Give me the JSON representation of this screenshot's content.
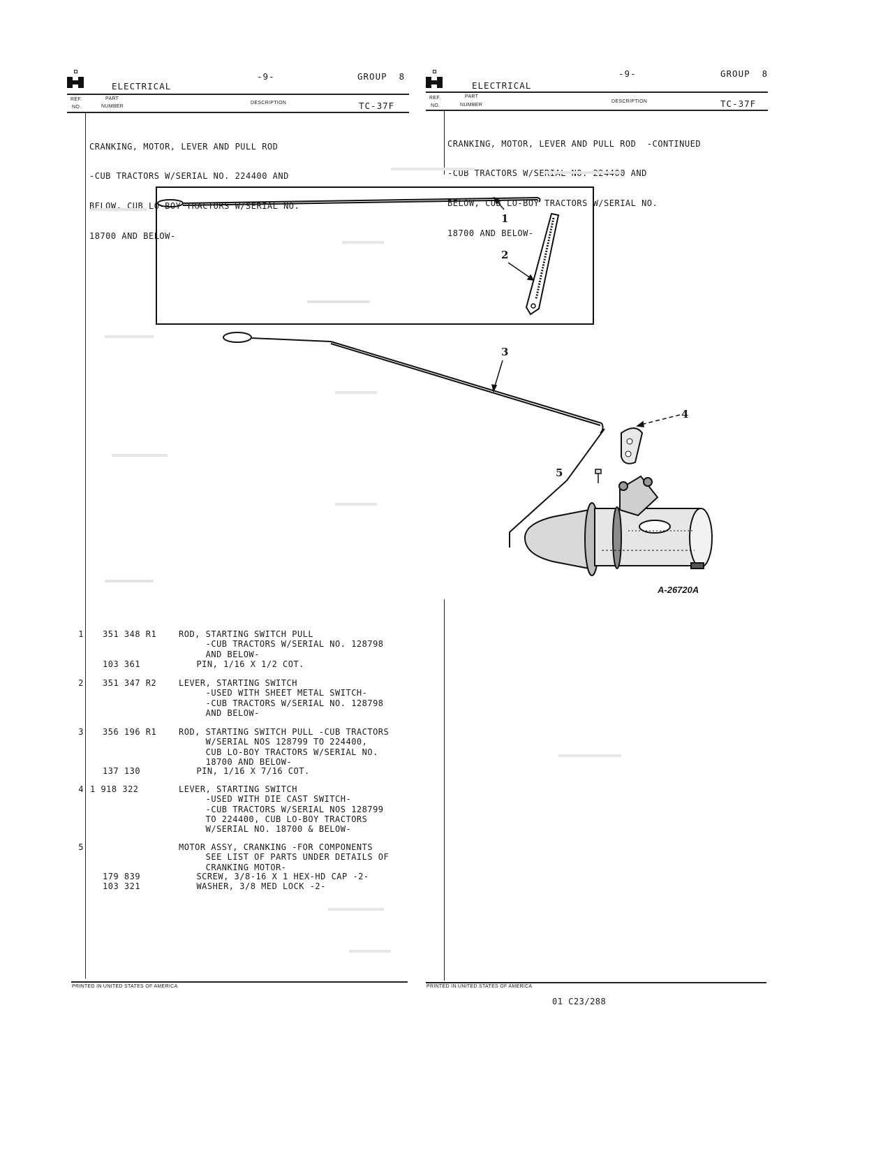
{
  "left_page": {
    "section": "ELECTRICAL",
    "page_number": "-9-",
    "group": "GROUP  8",
    "col_ref": [
      "REF.",
      "NO."
    ],
    "col_part": [
      "PART",
      "NUMBER"
    ],
    "col_desc": "DESCRIPTION",
    "catalog": "TC-37F",
    "title_lines": [
      "CRANKING, MOTOR, LEVER AND PULL ROD",
      "-CUB TRACTORS W/SERIAL NO. 224400 AND",
      "BELOW, CUB LO-BOY TRACTORS W/SERIAL NO.",
      "18700 AND BELOW-"
    ],
    "footer": "PRINTED IN UNITED STATES OF AMERICA"
  },
  "right_page": {
    "section": "ELECTRICAL",
    "page_number": "-9-",
    "group": "GROUP  8",
    "col_ref": [
      "REF.",
      "NO."
    ],
    "col_part": [
      "PART",
      "NUMBER"
    ],
    "col_desc": "DESCRIPTION",
    "catalog": "TC-37F",
    "title_lines": [
      "CRANKING, MOTOR, LEVER AND PULL ROD  -CONTINUED",
      "-CUB TRACTORS W/SERIAL NO. 224400 AND",
      "BELOW, CUB LO-BOY TRACTORS W/SERIAL NO.",
      "18700 AND BELOW-"
    ],
    "footer": "PRINTED IN UNITED STATES OF AMERICA",
    "doc_code": "01 C23/288"
  },
  "illustration": {
    "figure_id": "A-26720A",
    "callouts": [
      "1",
      "2",
      "3",
      "4",
      "5"
    ]
  },
  "parts": [
    {
      "ref": "1",
      "entries": [
        {
          "part": "351 348 R1",
          "desc": "ROD, STARTING SWITCH PULL\n     -CUB TRACTORS W/SERIAL NO. 128798\n     AND BELOW-"
        },
        {
          "part": "103 361",
          "desc": "  PIN, 1/16 X 1/2 COT."
        }
      ]
    },
    {
      "ref": "2",
      "entries": [
        {
          "part": "351 347 R2",
          "desc": "LEVER, STARTING SWITCH\n     -USED WITH SHEET METAL SWITCH-\n     -CUB TRACTORS W/SERIAL NO. 128798\n     AND BELOW-"
        }
      ]
    },
    {
      "ref": "3",
      "entries": [
        {
          "part": "356 196 R1",
          "desc": "ROD, STARTING SWITCH PULL -CUB TRACTORS\n     W/SERIAL NOS 128799 TO 224400,\n     CUB LO-BOY TRACTORS W/SERIAL NO.\n     18700 AND BELOW-"
        },
        {
          "part": "137 130",
          "desc": "  PIN, 1/16 X 7/16 COT."
        }
      ]
    },
    {
      "ref": "4",
      "entries": [
        {
          "part": "1 918 322",
          "desc": "LEVER, STARTING SWITCH\n     -USED WITH DIE CAST SWITCH-\n     -CUB TRACTORS W/SERIAL NOS 128799\n     TO 224400, CUB LO-BOY TRACTORS\n     W/SERIAL NO. 18700 & BELOW-"
        }
      ]
    },
    {
      "ref": "5",
      "entries": [
        {
          "part": "",
          "desc": "MOTOR ASSY, CRANKING -FOR COMPONENTS\n     SEE LIST OF PARTS UNDER DETAILS OF\n     CRANKING MOTOR-"
        },
        {
          "part": "179 839",
          "desc": "  SCREW, 3/8-16 X 1 HEX-HD CAP -2-"
        },
        {
          "part": "103 321",
          "desc": "  WASHER, 3/8 MED LOCK -2-"
        }
      ]
    }
  ]
}
